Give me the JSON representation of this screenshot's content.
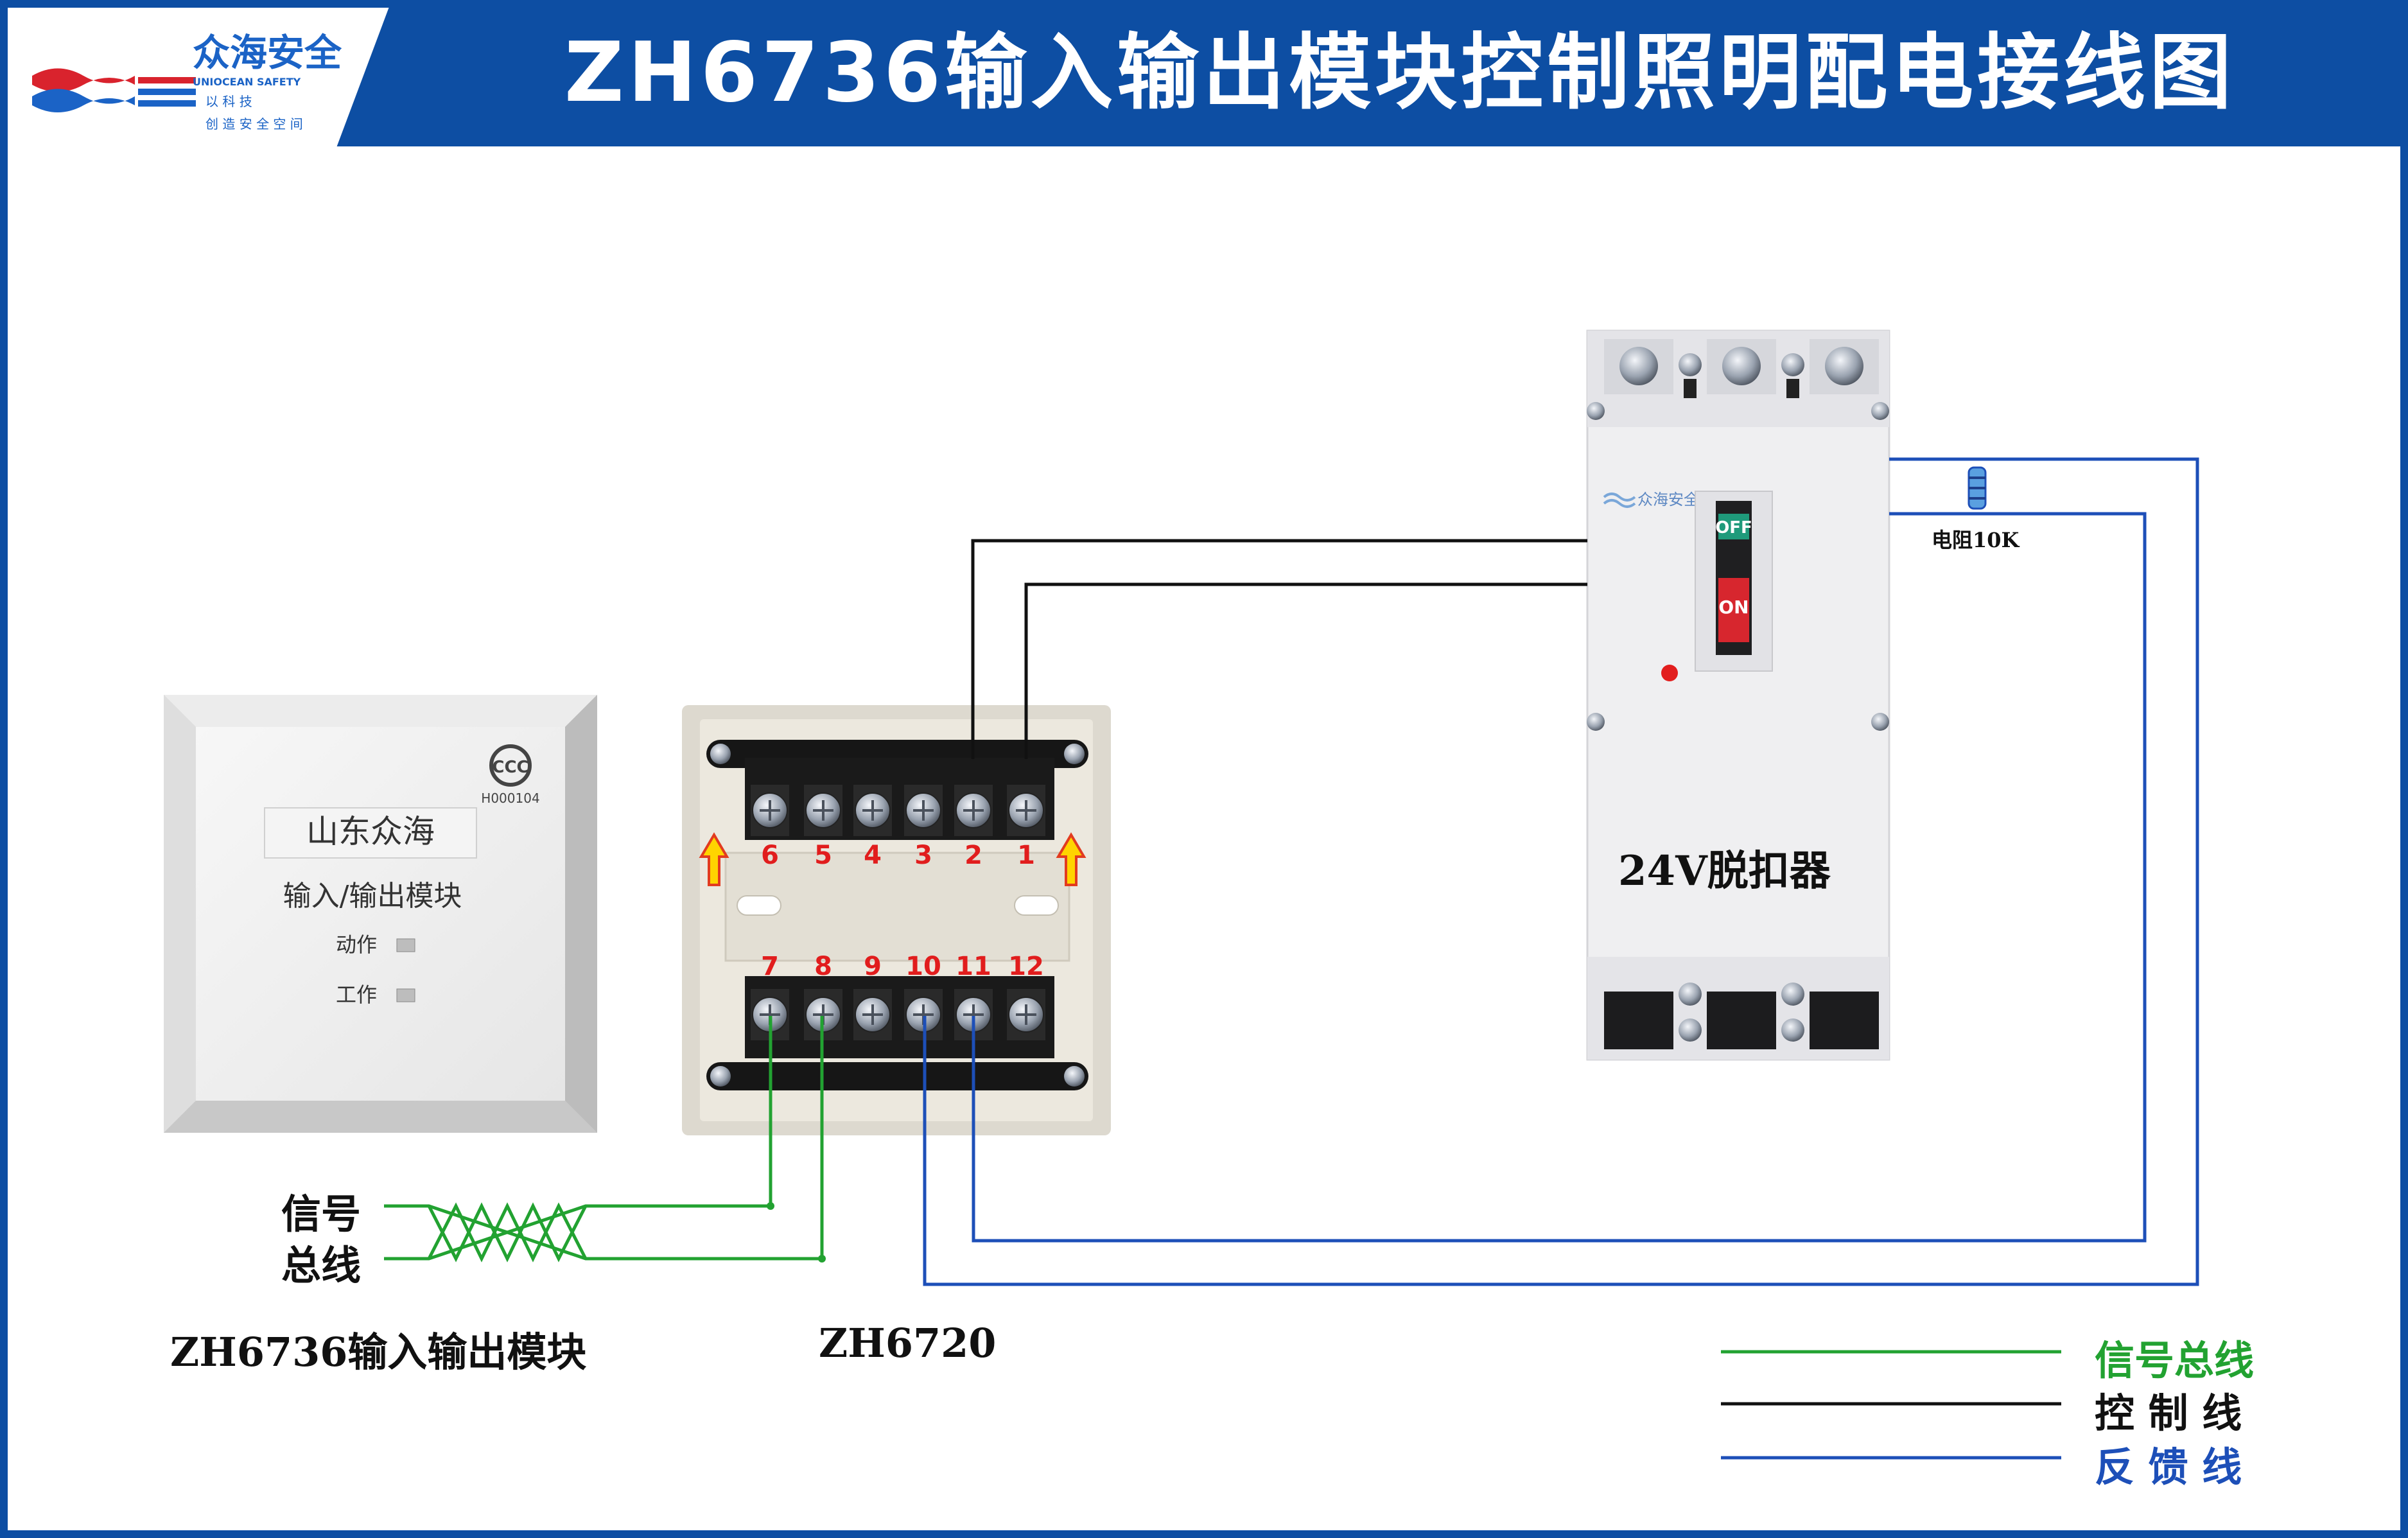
{
  "header": {
    "title": "ZH6736输入输出模块控制照明配电接线图",
    "logo": {
      "brand_cn": "众海安全",
      "brand_en": "UNIOCEAN SAFETY",
      "slogan_1": "以 科 技",
      "slogan_2": "创 造 安 全 空 间"
    }
  },
  "module": {
    "nameplate": "山东众海",
    "title": "输入/输出模块",
    "led_action": "动作",
    "led_work": "工作",
    "cert_code": "H000104",
    "caption": "ZH6736输入输出模块"
  },
  "base": {
    "caption": "ZH6720",
    "top_terminals": [
      "6",
      "5",
      "4",
      "3",
      "2",
      "1"
    ],
    "bottom_terminals": [
      "7",
      "8",
      "9",
      "10",
      "11",
      "12"
    ]
  },
  "breaker": {
    "caption": "24V脱扣器",
    "brand": "众海安全",
    "off_label": "OFF",
    "on_label": "ON"
  },
  "resistor": {
    "label": "电阻10K"
  },
  "signal_bus": {
    "line1": "信号",
    "line2": "总线"
  },
  "legend": [
    {
      "label": "信号总线",
      "color": "#22a231"
    },
    {
      "label": "控 制 线",
      "color": "#111111"
    },
    {
      "label": "反 馈 线",
      "color": "#1d4fb8"
    }
  ],
  "colors": {
    "brand_blue": "#0d4ea3",
    "signal": "#22a231",
    "control": "#111111",
    "feedback": "#1d4fb8",
    "terminal_num": "#e11d1d"
  }
}
